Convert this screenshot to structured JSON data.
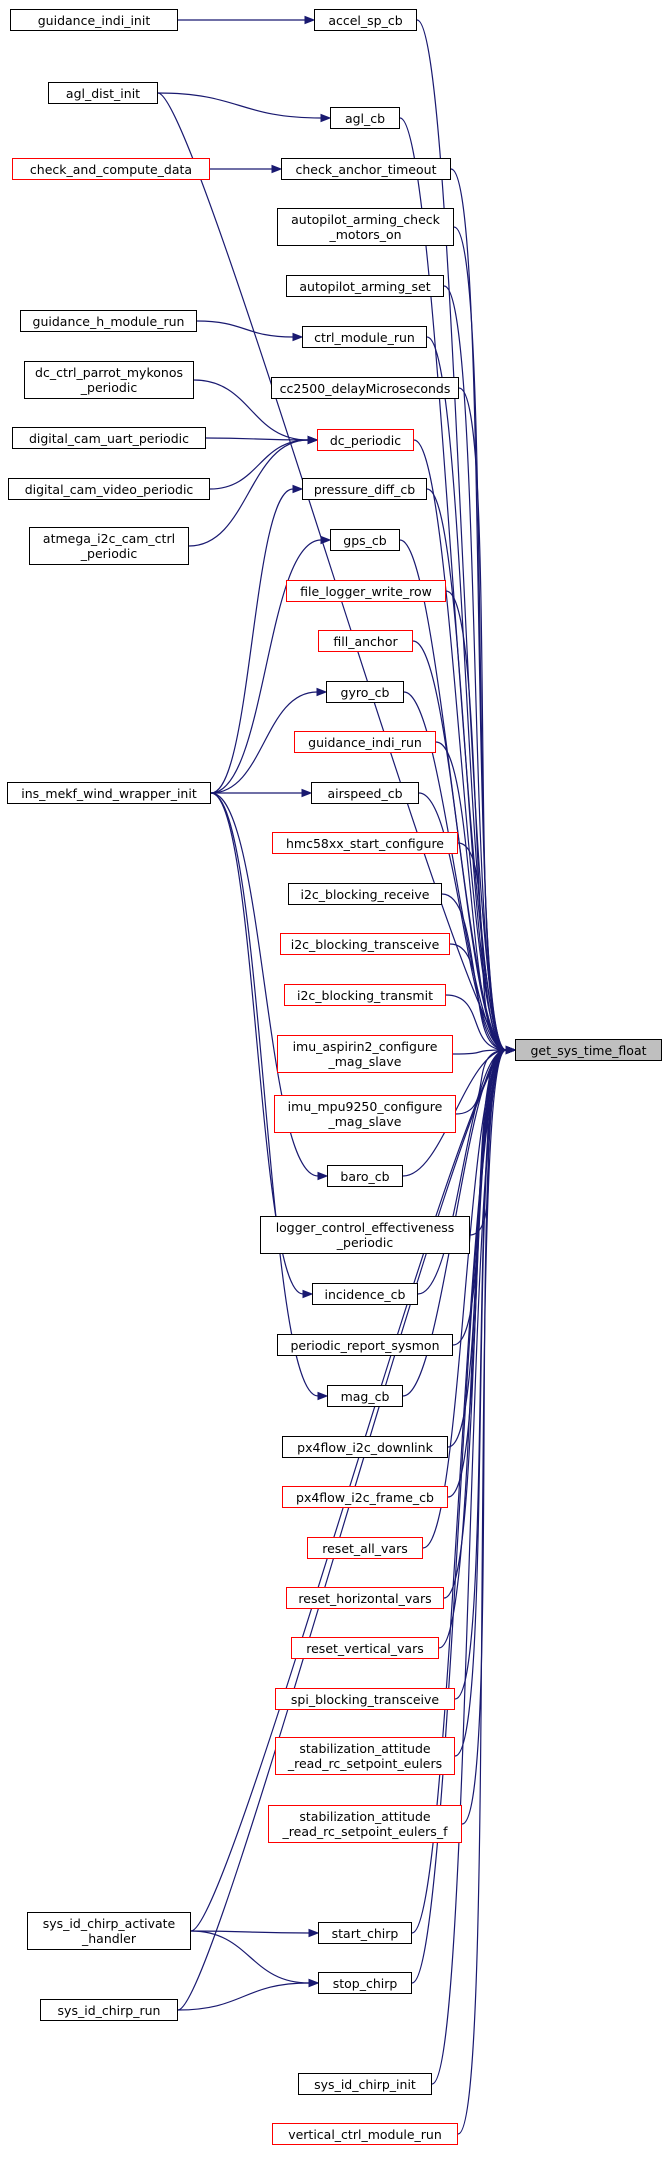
{
  "colors": {
    "edge": "#191970",
    "border_default": "#000000",
    "border_truncated": "#ff0000",
    "target_fill": "#bfbfbf"
  },
  "target": {
    "id": "get_sys_time_float",
    "label": "get_sys_time_float"
  },
  "nodes": [
    {
      "id": "guidance_indi_init",
      "label": "guidance_indi_init",
      "border": "black"
    },
    {
      "id": "accel_sp_cb",
      "label": "accel_sp_cb",
      "border": "black"
    },
    {
      "id": "agl_dist_init",
      "label": "agl_dist_init",
      "border": "black"
    },
    {
      "id": "agl_cb",
      "label": "agl_cb",
      "border": "black"
    },
    {
      "id": "check_and_compute_data",
      "label": "check_and_compute_data",
      "border": "red"
    },
    {
      "id": "check_anchor_timeout",
      "label": "check_anchor_timeout",
      "border": "black"
    },
    {
      "id": "autopilot_arming_check_motors_on",
      "label": "autopilot_arming_check\n_motors_on",
      "border": "black"
    },
    {
      "id": "autopilot_arming_set",
      "label": "autopilot_arming_set",
      "border": "black"
    },
    {
      "id": "guidance_h_module_run",
      "label": "guidance_h_module_run",
      "border": "black"
    },
    {
      "id": "ctrl_module_run",
      "label": "ctrl_module_run",
      "border": "black"
    },
    {
      "id": "dc_ctrl_parrot_mykonos_periodic",
      "label": "dc_ctrl_parrot_mykonos\n_periodic",
      "border": "black"
    },
    {
      "id": "cc2500_delayMicroseconds",
      "label": "cc2500_delayMicroseconds",
      "border": "black"
    },
    {
      "id": "digital_cam_uart_periodic",
      "label": "digital_cam_uart_periodic",
      "border": "black"
    },
    {
      "id": "dc_periodic",
      "label": "dc_periodic",
      "border": "red"
    },
    {
      "id": "digital_cam_video_periodic",
      "label": "digital_cam_video_periodic",
      "border": "black"
    },
    {
      "id": "atmega_i2c_cam_ctrl_periodic",
      "label": "atmega_i2c_cam_ctrl\n_periodic",
      "border": "black"
    },
    {
      "id": "pressure_diff_cb",
      "label": "pressure_diff_cb",
      "border": "black"
    },
    {
      "id": "gps_cb",
      "label": "gps_cb",
      "border": "black"
    },
    {
      "id": "file_logger_write_row",
      "label": "file_logger_write_row",
      "border": "red"
    },
    {
      "id": "fill_anchor",
      "label": "fill_anchor",
      "border": "red"
    },
    {
      "id": "gyro_cb",
      "label": "gyro_cb",
      "border": "black"
    },
    {
      "id": "guidance_indi_run",
      "label": "guidance_indi_run",
      "border": "red"
    },
    {
      "id": "ins_mekf_wind_wrapper_init",
      "label": "ins_mekf_wind_wrapper_init",
      "border": "black"
    },
    {
      "id": "airspeed_cb",
      "label": "airspeed_cb",
      "border": "black"
    },
    {
      "id": "hmc58xx_start_configure",
      "label": "hmc58xx_start_configure",
      "border": "red"
    },
    {
      "id": "i2c_blocking_receive",
      "label": "i2c_blocking_receive",
      "border": "black"
    },
    {
      "id": "i2c_blocking_transceive",
      "label": "i2c_blocking_transceive",
      "border": "red"
    },
    {
      "id": "i2c_blocking_transmit",
      "label": "i2c_blocking_transmit",
      "border": "red"
    },
    {
      "id": "imu_aspirin2_configure_mag_slave",
      "label": "imu_aspirin2_configure\n_mag_slave",
      "border": "red"
    },
    {
      "id": "imu_mpu9250_configure_mag_slave",
      "label": "imu_mpu9250_configure\n_mag_slave",
      "border": "red"
    },
    {
      "id": "baro_cb",
      "label": "baro_cb",
      "border": "black"
    },
    {
      "id": "logger_control_effectiveness_periodic",
      "label": "logger_control_effectiveness\n_periodic",
      "border": "black"
    },
    {
      "id": "incidence_cb",
      "label": "incidence_cb",
      "border": "black"
    },
    {
      "id": "periodic_report_sysmon",
      "label": "periodic_report_sysmon",
      "border": "black"
    },
    {
      "id": "mag_cb",
      "label": "mag_cb",
      "border": "black"
    },
    {
      "id": "px4flow_i2c_downlink",
      "label": "px4flow_i2c_downlink",
      "border": "black"
    },
    {
      "id": "px4flow_i2c_frame_cb",
      "label": "px4flow_i2c_frame_cb",
      "border": "red"
    },
    {
      "id": "reset_all_vars",
      "label": "reset_all_vars",
      "border": "red"
    },
    {
      "id": "reset_horizontal_vars",
      "label": "reset_horizontal_vars",
      "border": "red"
    },
    {
      "id": "reset_vertical_vars",
      "label": "reset_vertical_vars",
      "border": "red"
    },
    {
      "id": "spi_blocking_transceive",
      "label": "spi_blocking_transceive",
      "border": "red"
    },
    {
      "id": "stabilization_attitude_read_rc_setpoint_eulers",
      "label": "stabilization_attitude\n_read_rc_setpoint_eulers",
      "border": "red"
    },
    {
      "id": "stabilization_attitude_read_rc_setpoint_eulers_f",
      "label": "stabilization_attitude\n_read_rc_setpoint_eulers_f",
      "border": "red"
    },
    {
      "id": "sys_id_chirp_activate_handler",
      "label": "sys_id_chirp_activate\n_handler",
      "border": "black"
    },
    {
      "id": "start_chirp",
      "label": "start_chirp",
      "border": "black"
    },
    {
      "id": "stop_chirp",
      "label": "stop_chirp",
      "border": "black"
    },
    {
      "id": "sys_id_chirp_run",
      "label": "sys_id_chirp_run",
      "border": "black"
    },
    {
      "id": "sys_id_chirp_init",
      "label": "sys_id_chirp_init",
      "border": "black"
    },
    {
      "id": "vertical_ctrl_module_run",
      "label": "vertical_ctrl_module_run",
      "border": "red"
    }
  ],
  "edges": [
    {
      "from": "guidance_indi_init",
      "to": "accel_sp_cb"
    },
    {
      "from": "agl_dist_init",
      "to": "agl_cb"
    },
    {
      "from": "check_and_compute_data",
      "to": "check_anchor_timeout"
    },
    {
      "from": "guidance_h_module_run",
      "to": "ctrl_module_run"
    },
    {
      "from": "dc_ctrl_parrot_mykonos_periodic",
      "to": "dc_periodic"
    },
    {
      "from": "digital_cam_uart_periodic",
      "to": "dc_periodic"
    },
    {
      "from": "digital_cam_video_periodic",
      "to": "dc_periodic"
    },
    {
      "from": "atmega_i2c_cam_ctrl_periodic",
      "to": "dc_periodic"
    },
    {
      "from": "ins_mekf_wind_wrapper_init",
      "to": "pressure_diff_cb"
    },
    {
      "from": "ins_mekf_wind_wrapper_init",
      "to": "gps_cb"
    },
    {
      "from": "ins_mekf_wind_wrapper_init",
      "to": "gyro_cb"
    },
    {
      "from": "ins_mekf_wind_wrapper_init",
      "to": "airspeed_cb"
    },
    {
      "from": "ins_mekf_wind_wrapper_init",
      "to": "baro_cb"
    },
    {
      "from": "ins_mekf_wind_wrapper_init",
      "to": "incidence_cb"
    },
    {
      "from": "ins_mekf_wind_wrapper_init",
      "to": "mag_cb"
    },
    {
      "from": "sys_id_chirp_activate_handler",
      "to": "start_chirp"
    },
    {
      "from": "sys_id_chirp_activate_handler",
      "to": "stop_chirp"
    },
    {
      "from": "sys_id_chirp_run",
      "to": "stop_chirp"
    },
    {
      "from": "accel_sp_cb",
      "to": "get_sys_time_float"
    },
    {
      "from": "agl_dist_init",
      "to": "get_sys_time_float"
    },
    {
      "from": "agl_cb",
      "to": "get_sys_time_float"
    },
    {
      "from": "check_anchor_timeout",
      "to": "get_sys_time_float"
    },
    {
      "from": "autopilot_arming_check_motors_on",
      "to": "get_sys_time_float"
    },
    {
      "from": "autopilot_arming_set",
      "to": "get_sys_time_float"
    },
    {
      "from": "ctrl_module_run",
      "to": "get_sys_time_float"
    },
    {
      "from": "cc2500_delayMicroseconds",
      "to": "get_sys_time_float"
    },
    {
      "from": "dc_periodic",
      "to": "get_sys_time_float"
    },
    {
      "from": "pressure_diff_cb",
      "to": "get_sys_time_float"
    },
    {
      "from": "gps_cb",
      "to": "get_sys_time_float"
    },
    {
      "from": "file_logger_write_row",
      "to": "get_sys_time_float"
    },
    {
      "from": "fill_anchor",
      "to": "get_sys_time_float"
    },
    {
      "from": "gyro_cb",
      "to": "get_sys_time_float"
    },
    {
      "from": "guidance_indi_run",
      "to": "get_sys_time_float"
    },
    {
      "from": "airspeed_cb",
      "to": "get_sys_time_float"
    },
    {
      "from": "hmc58xx_start_configure",
      "to": "get_sys_time_float"
    },
    {
      "from": "i2c_blocking_receive",
      "to": "get_sys_time_float"
    },
    {
      "from": "i2c_blocking_transceive",
      "to": "get_sys_time_float"
    },
    {
      "from": "i2c_blocking_transmit",
      "to": "get_sys_time_float"
    },
    {
      "from": "imu_aspirin2_configure_mag_slave",
      "to": "get_sys_time_float"
    },
    {
      "from": "imu_mpu9250_configure_mag_slave",
      "to": "get_sys_time_float"
    },
    {
      "from": "baro_cb",
      "to": "get_sys_time_float"
    },
    {
      "from": "logger_control_effectiveness_periodic",
      "to": "get_sys_time_float"
    },
    {
      "from": "incidence_cb",
      "to": "get_sys_time_float"
    },
    {
      "from": "periodic_report_sysmon",
      "to": "get_sys_time_float"
    },
    {
      "from": "mag_cb",
      "to": "get_sys_time_float"
    },
    {
      "from": "px4flow_i2c_downlink",
      "to": "get_sys_time_float"
    },
    {
      "from": "px4flow_i2c_frame_cb",
      "to": "get_sys_time_float"
    },
    {
      "from": "reset_all_vars",
      "to": "get_sys_time_float"
    },
    {
      "from": "reset_horizontal_vars",
      "to": "get_sys_time_float"
    },
    {
      "from": "reset_vertical_vars",
      "to": "get_sys_time_float"
    },
    {
      "from": "spi_blocking_transceive",
      "to": "get_sys_time_float"
    },
    {
      "from": "stabilization_attitude_read_rc_setpoint_eulers",
      "to": "get_sys_time_float"
    },
    {
      "from": "stabilization_attitude_read_rc_setpoint_eulers_f",
      "to": "get_sys_time_float"
    },
    {
      "from": "sys_id_chirp_activate_handler",
      "to": "get_sys_time_float"
    },
    {
      "from": "start_chirp",
      "to": "get_sys_time_float"
    },
    {
      "from": "stop_chirp",
      "to": "get_sys_time_float"
    },
    {
      "from": "sys_id_chirp_run",
      "to": "get_sys_time_float"
    },
    {
      "from": "sys_id_chirp_init",
      "to": "get_sys_time_float"
    },
    {
      "from": "vertical_ctrl_module_run",
      "to": "get_sys_time_float"
    }
  ]
}
